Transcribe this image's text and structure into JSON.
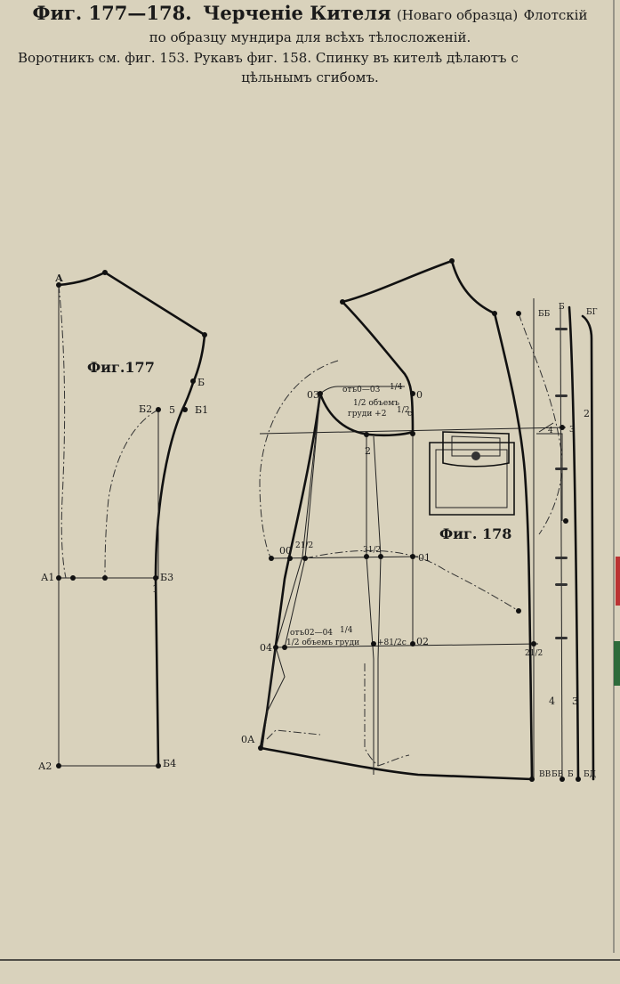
{
  "header": {
    "fig_number": "Фиг. 177—178.",
    "title": "Черченіе Кителя",
    "subtitle_paren": "(Новаго образца)",
    "title_tail": "Флотскій",
    "line2": "по образцу мундира для всѣхъ тѣлосложеній.",
    "line3": "Воротникъ см. фиг. 153.  Рукавъ фиг. 158.  Спинку въ кителѣ дѣлаютъ с",
    "line4": "цѣльнымъ сгибомъ."
  },
  "fig177": {
    "title": "Фиг.177",
    "labels": {
      "A": "А",
      "B": "Б",
      "B2": "Б2",
      "five": "5",
      "B1": "Б1",
      "A1": "А1",
      "B3": "Б3",
      "one": "1",
      "A2": "А2",
      "B4": "Б4"
    }
  },
  "fig178": {
    "title": "Фиг. 178",
    "labels": {
      "o3": "03",
      "o": "0",
      "note1": "отъ0—03",
      "note1_frac": "1/4",
      "note2": "1/2 объемъ",
      "note3": "груди +2",
      "note3_frac": "1/2",
      "c": "с",
      "two": "2",
      "oo": "00",
      "two_half_a": "21/2",
      "three_half": "31/2",
      "o1": "01",
      "note4": "отъ02—04",
      "note4_frac": "1/4",
      "note5": "1/2 объемъ груди",
      "note5b": "+81/2с",
      "o2": "02",
      "o4": "04",
      "oA": "0А",
      "BB": "ББ",
      "B": "Б",
      "BG": "БГ",
      "two_side": "2·",
      "four": "4",
      "three": "3",
      "two_half_b": "21/2",
      "four_b": "4",
      "three_b": "3",
      "BV": "ВВ",
      "B_bottom": "БВ",
      "B_bottom2": "Б",
      "BD": "БД"
    }
  }
}
